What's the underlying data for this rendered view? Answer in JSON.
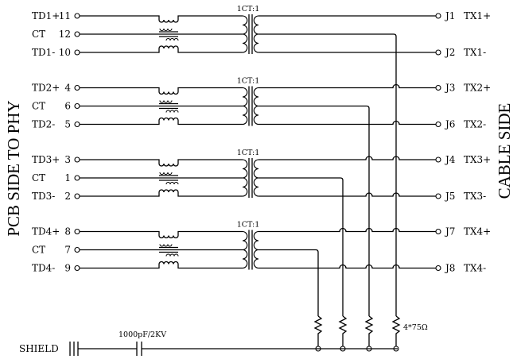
{
  "channels": [
    {
      "ratio": "1CT:1",
      "left": [
        {
          "label": "TD1+",
          "pin": "11"
        },
        {
          "label": "CT",
          "pin": "12"
        },
        {
          "label": "TD1-",
          "pin": "10"
        }
      ],
      "right": [
        {
          "jack": "J1",
          "signal": "TX1+"
        },
        {
          "jack": "J2",
          "signal": "TX1-"
        }
      ]
    },
    {
      "ratio": "1CT:1",
      "left": [
        {
          "label": "TD2+",
          "pin": "4"
        },
        {
          "label": "CT",
          "pin": "6"
        },
        {
          "label": "TD2-",
          "pin": "5"
        }
      ],
      "right": [
        {
          "jack": "J3",
          "signal": "TX2+"
        },
        {
          "jack": "J6",
          "signal": "TX2-"
        }
      ]
    },
    {
      "ratio": "1CT:1",
      "left": [
        {
          "label": "TD3+",
          "pin": "3"
        },
        {
          "label": "CT",
          "pin": "1"
        },
        {
          "label": "TD3-",
          "pin": "2"
        }
      ],
      "right": [
        {
          "jack": "J4",
          "signal": "TX3+"
        },
        {
          "jack": "J5",
          "signal": "TX3-"
        }
      ]
    },
    {
      "ratio": "1CT:1",
      "left": [
        {
          "label": "TD4+",
          "pin": "8"
        },
        {
          "label": "CT",
          "pin": "7"
        },
        {
          "label": "TD4-",
          "pin": "9"
        }
      ],
      "right": [
        {
          "jack": "J7",
          "signal": "TX4+"
        },
        {
          "jack": "J8",
          "signal": "TX4-"
        }
      ]
    }
  ],
  "side_labels": {
    "left": "PCB SIDE TO PHY",
    "right": "CABLE SIDE"
  },
  "shield": {
    "label": "SHIELD",
    "capacitor": "1000pF/2KV"
  },
  "termination": {
    "label": "4*75Ω"
  }
}
